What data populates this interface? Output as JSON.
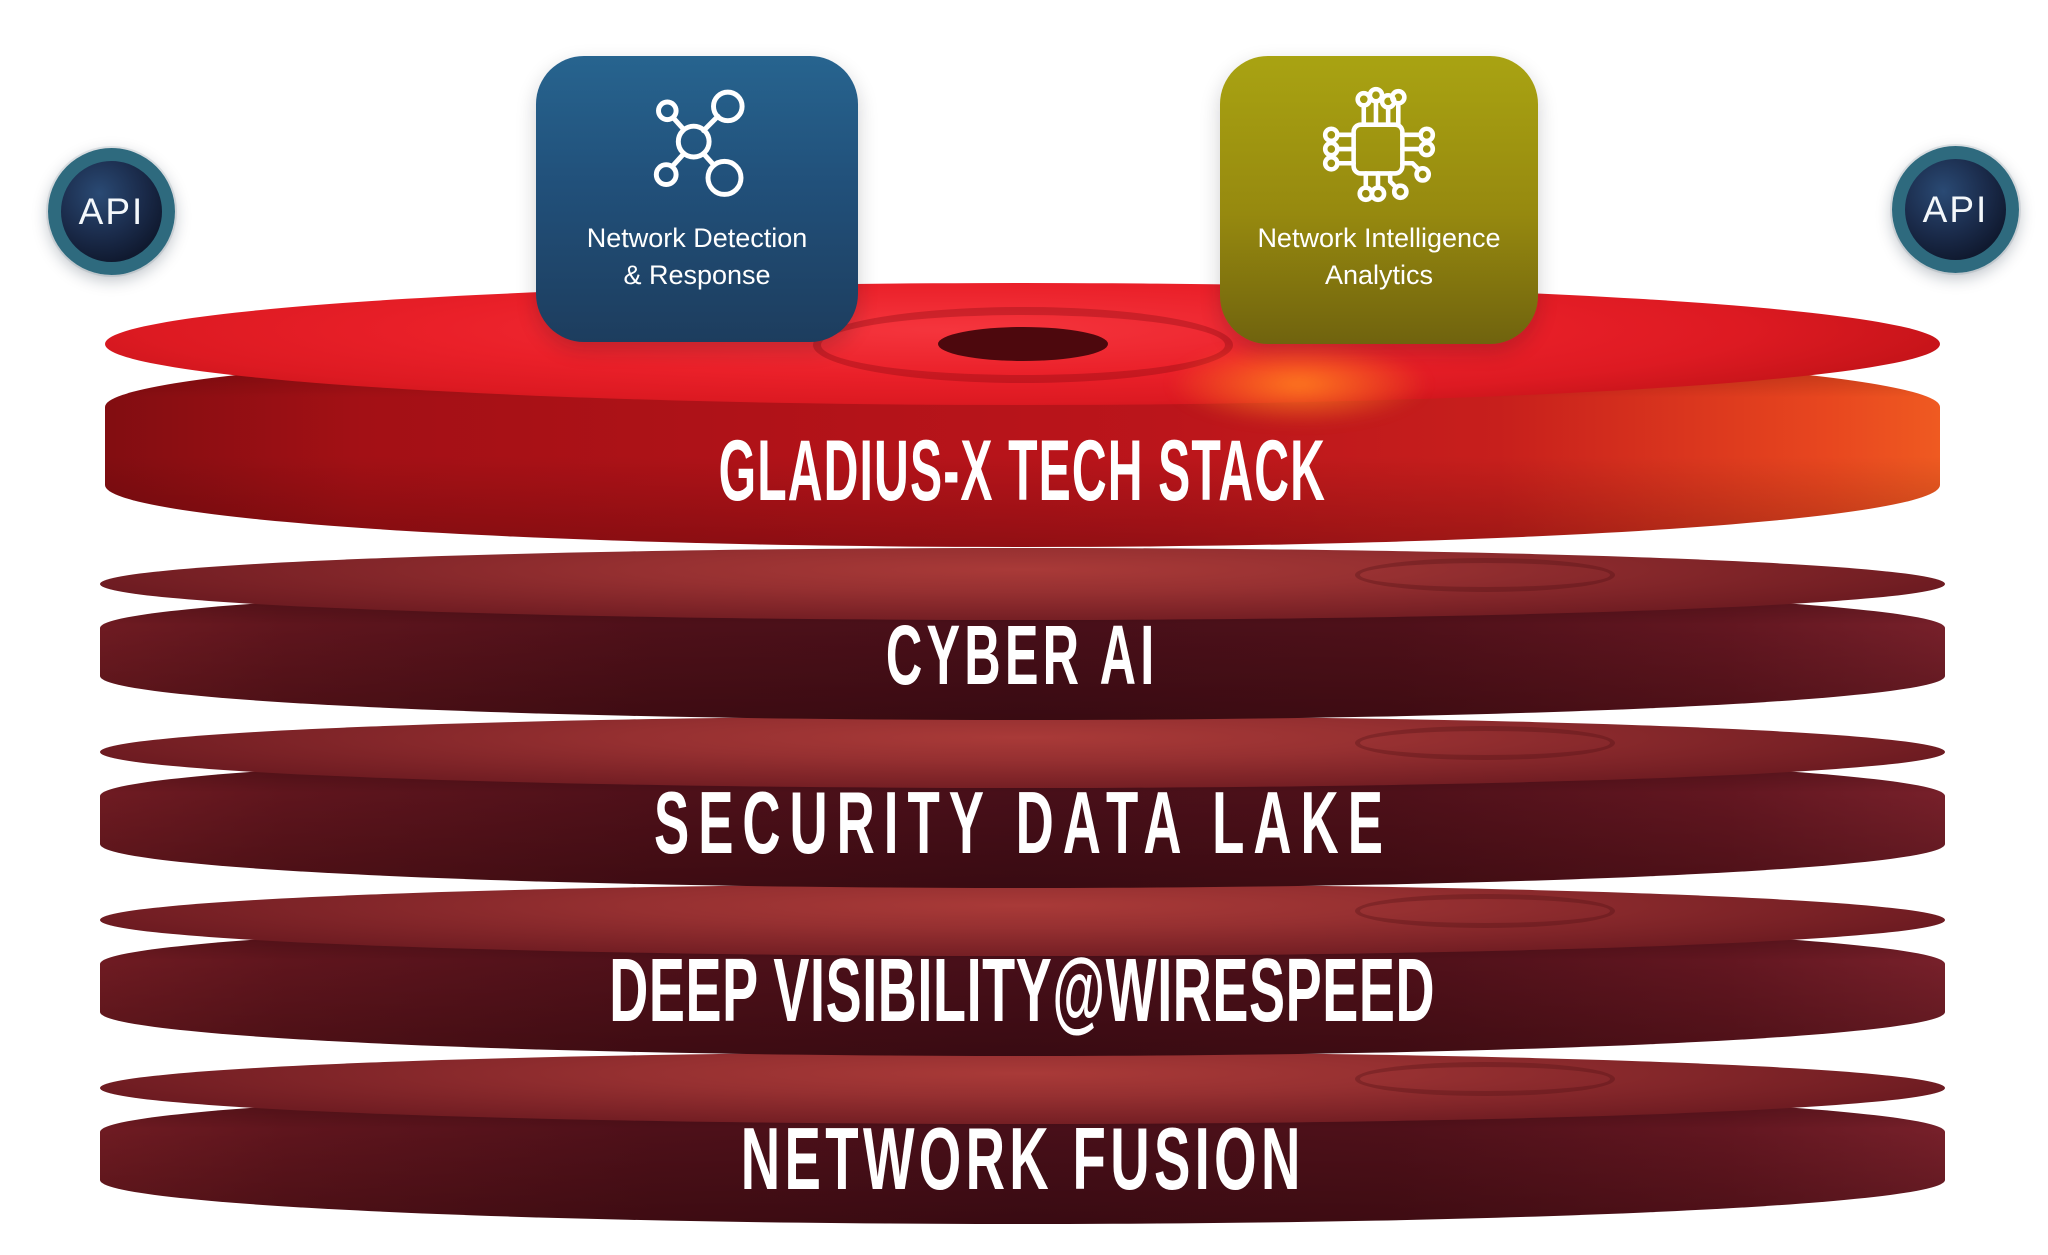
{
  "stack": {
    "title_label": "GLADIUS-X TECH STACK",
    "layers": [
      {
        "label": "CYBER AI"
      },
      {
        "label": "SECURITY DATA LAKE"
      },
      {
        "label": "DEEP VISIBILITY@WIRESPEED"
      },
      {
        "label": "NETWORK FUSION"
      }
    ]
  },
  "badges": [
    {
      "line1": "Network Detection",
      "line2": "& Response",
      "icon": "network-nodes-icon",
      "color_top": "#27648f",
      "color_bottom": "#1d3d5e"
    },
    {
      "line1": "Network Intelligence",
      "line2": "Analytics",
      "icon": "chip-circuit-icon",
      "color_top": "#a9a312",
      "color_bottom": "#70630e"
    }
  ],
  "api": {
    "left_label": "API",
    "right_label": "API",
    "ring_color": "#2e6a7e",
    "fill_color": "#141f38"
  },
  "colors": {
    "title_disc_red": "#c81a1f",
    "title_disc_top": "#e61e26",
    "dark_disc_maroon": "#4e1019",
    "dark_disc_edge": "#7c2127",
    "label_text": "#ffffff",
    "background": "#ffffff",
    "glow_orange": "#f07a22"
  }
}
